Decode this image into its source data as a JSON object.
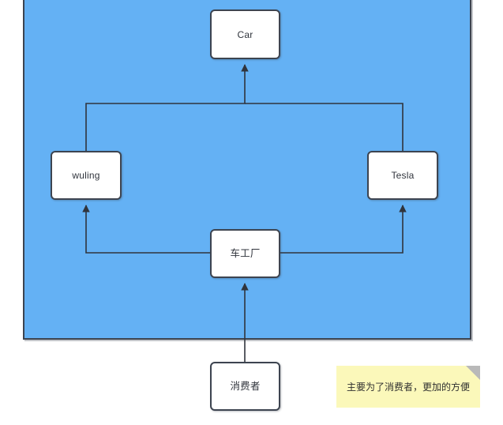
{
  "diagram": {
    "type": "uml-class-diagram",
    "background_color": "#ffffff",
    "group": {
      "name": "blue-grouping-panel",
      "fill_color": "#64b1f4",
      "border_color": "#3d4450"
    },
    "node_style": {
      "fill_color": "#ffffff",
      "border_color": "#3d4450",
      "text_color": "#30343c"
    },
    "nodes": [
      {
        "id": "car",
        "label": "Car",
        "inside_group": true
      },
      {
        "id": "wuling",
        "label": "wuling",
        "inside_group": true
      },
      {
        "id": "tesla",
        "label": "Tesla",
        "inside_group": true
      },
      {
        "id": "factory",
        "label": "车工厂",
        "inside_group": true
      },
      {
        "id": "consumer",
        "label": "消费者",
        "inside_group": false
      }
    ],
    "edges": [
      {
        "from": "wuling",
        "to": "car",
        "arrow": "solid-triangle",
        "style": "orthogonal"
      },
      {
        "from": "tesla",
        "to": "car",
        "arrow": "solid-triangle",
        "style": "orthogonal"
      },
      {
        "from": "factory",
        "to": "wuling",
        "arrow": "solid-triangle",
        "style": "orthogonal"
      },
      {
        "from": "factory",
        "to": "tesla",
        "arrow": "solid-triangle",
        "style": "orthogonal"
      },
      {
        "from": "consumer",
        "to": "factory",
        "arrow": "solid-triangle",
        "style": "straight"
      }
    ],
    "note": {
      "text": "主要为了消费者，更加的方便",
      "fill_color": "#fbf8ba",
      "fold_color": "#b9b9b9",
      "text_color": "#2f2f2f"
    }
  }
}
